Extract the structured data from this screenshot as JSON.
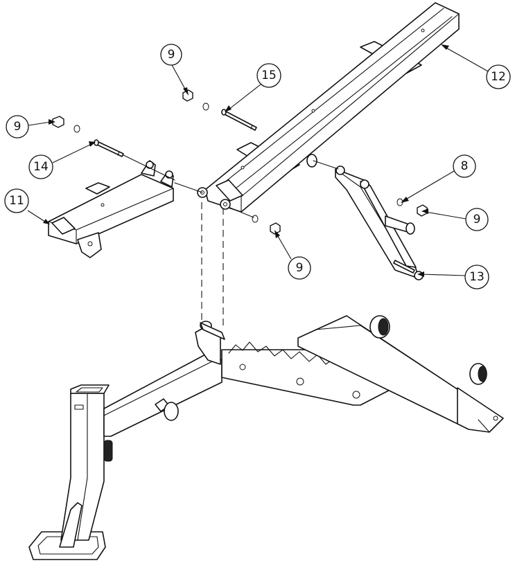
{
  "callouts": [
    {
      "id": "c9a",
      "label": "9"
    },
    {
      "id": "c15",
      "label": "15"
    },
    {
      "id": "c12",
      "label": "12"
    },
    {
      "id": "c9b",
      "label": "9"
    },
    {
      "id": "c14",
      "label": "14"
    },
    {
      "id": "c11",
      "label": "11"
    },
    {
      "id": "c8",
      "label": "8"
    },
    {
      "id": "c9c",
      "label": "9"
    },
    {
      "id": "c9d",
      "label": "9"
    },
    {
      "id": "c13",
      "label": "13"
    }
  ]
}
